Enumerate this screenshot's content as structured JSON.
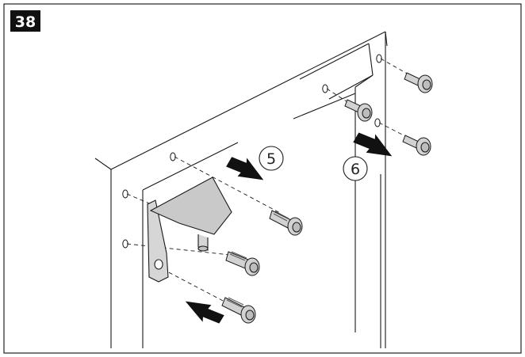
{
  "step_badge": "38",
  "callouts": [
    {
      "id": "bracket",
      "label": "5"
    },
    {
      "id": "top-screws",
      "label": "6"
    }
  ],
  "colors": {
    "outline": "#1a1a1a",
    "bracket_fill": "#c9c9c9",
    "screw_fill": "#d2d2d2",
    "arrow": "#111111",
    "badge_bg": "#111111"
  }
}
